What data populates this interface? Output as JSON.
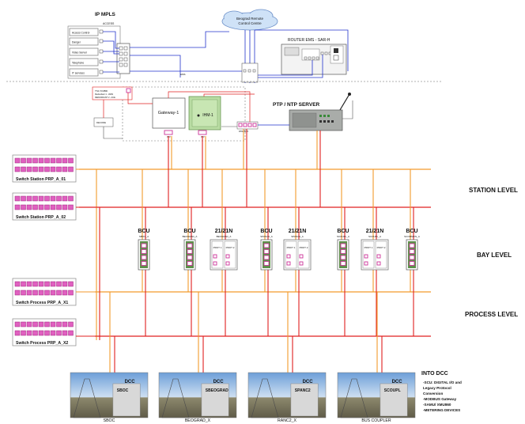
{
  "ip_mpls": {
    "title": "IP MPLS",
    "subtitle": "ACCESS",
    "services": [
      "Access Control",
      "Danger",
      "Video Server",
      "Telephone",
      "IT services"
    ],
    "ems_label": "EMS"
  },
  "cloud": {
    "line1": "Beograd Remote",
    "line2": "Control Centre"
  },
  "router_label": "ROUTER EMS - SAR-H",
  "control_area": {
    "tsc_label": "TSC 8 MBD",
    "tsc_line1": "Redundant 1 - WAN",
    "tsc_line2": "REDUNDANT 2 - ACE",
    "gateway_label": "Gateway-1",
    "ihm_label": "IHM-1",
    "small_box_label": "DECODE",
    "rsw_label": "RSW/BOX",
    "prp_label": "PRP"
  },
  "ptp_label": "PTP / NTP SERVER",
  "switches": [
    "Switch Station PRP_A_01",
    "Switch Station PRP_A_02",
    "Switch Process PRP_A_X1",
    "Switch Process PRP_A_X2"
  ],
  "levels": [
    "STATION LEVEL",
    "BAY LEVEL",
    "PROCESS LEVEL"
  ],
  "bay_devices": [
    {
      "title": "BCU",
      "sub": "SBOC_A",
      "kind": "bcu"
    },
    {
      "title": "BCU",
      "sub": "BEOGRAD_A",
      "kind": "bcu"
    },
    {
      "title": "21/21N",
      "sub": "BEOGRAD_A",
      "kind": "prot",
      "prot": [
        "PROT 1",
        "PROT 2"
      ]
    },
    {
      "title": "BCU",
      "sub": "SPANC2_A",
      "kind": "bcu"
    },
    {
      "title": "21/21N",
      "sub": "SPANC2_A",
      "kind": "prot",
      "prot": [
        "PROT 1",
        "PROT 2"
      ]
    },
    {
      "title": "BCU",
      "sub": "SCOUPL_A",
      "kind": "bcu"
    },
    {
      "title": "21/21N",
      "sub": "SCOUPL_A",
      "kind": "prot",
      "prot": [
        "PROT 1",
        "PROT 2"
      ]
    },
    {
      "title": "BCU",
      "sub": "SCOMMON_A",
      "kind": "bcu"
    }
  ],
  "photos": [
    {
      "caption": "SBOC",
      "tag": "SBOC",
      "dcc": "DCC"
    },
    {
      "caption": "BEOGRAD_X",
      "tag": "SBEOGRAD",
      "dcc": "DCC"
    },
    {
      "caption": "RANC2_X",
      "tag": "SPANC2",
      "dcc": "DCC"
    },
    {
      "caption": "BUS COUPLER",
      "tag": "SCOUPL",
      "dcc": "DCC"
    }
  ],
  "into_dcc": {
    "title": "INTO DCC",
    "lines": [
      "-SCU: DIGITAL I/O and",
      "Legacy Protocol",
      "Conversion",
      "-MODBUS Gateway",
      "-SAMU/ XMU860",
      "-METERING DEVICES"
    ]
  },
  "colors": {
    "orange": "#f39a2c",
    "red": "#e02020",
    "blue": "#2233cc",
    "magenta": "#cc3399"
  }
}
